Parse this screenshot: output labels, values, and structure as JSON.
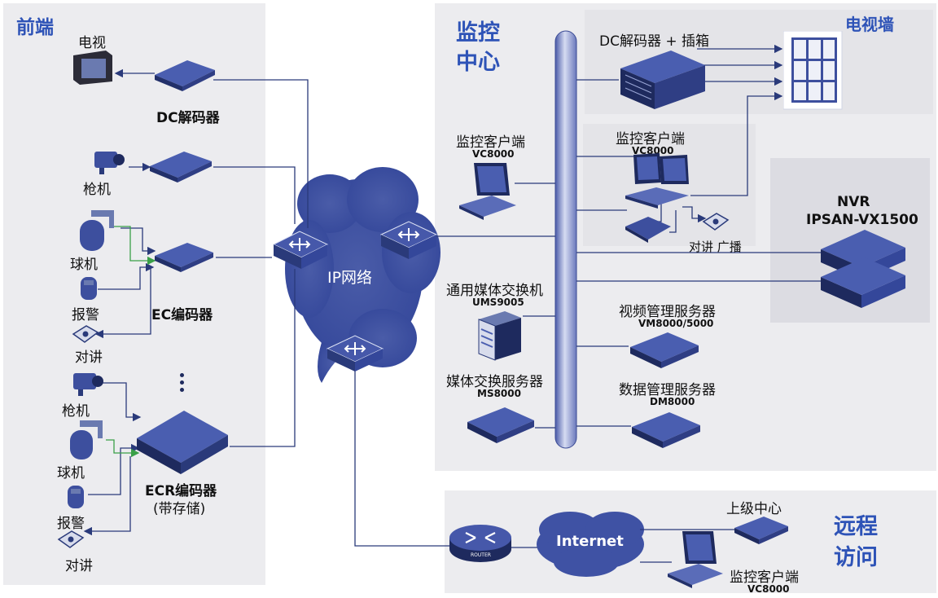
{
  "sections": {
    "front": "前端",
    "monitor_line1": "监控",
    "monitor_line2": "中心",
    "tvwall": "电视墙",
    "remote_line1": "远程",
    "remote_line2": "访问"
  },
  "front_labels": {
    "tv": "电视",
    "dc_decoder": "DC解码器",
    "gun_camera_1": "枪机",
    "dome_camera_1": "球机",
    "alarm_1": "报警",
    "intercom_1": "对讲",
    "ec_encoder": "EC编码器",
    "gun_camera_2": "枪机",
    "dome_camera_2": "球机",
    "alarm_2": "报警",
    "intercom_2": "对讲",
    "ecr_encoder": "ECR编码器",
    "ecr_note": "(带存储)"
  },
  "network": {
    "ip_network": "IP网络",
    "internet": "Internet"
  },
  "center_labels": {
    "dc_decoder_box": "DC解码器 + 插箱",
    "client_1": "监控客户端",
    "client_1_model": "VC8000",
    "client_2": "监控客户端",
    "client_2_model": "VC8000",
    "intercom_broadcast": "对讲 广播",
    "ums": "通用媒体交换机",
    "ums_model": "UMS9005",
    "ms": "媒体交换服务器",
    "ms_model": "MS8000",
    "vm": "视频管理服务器",
    "vm_model": "VM8000/5000",
    "dm": "数据管理服务器",
    "dm_model": "DM8000",
    "nvr": "NVR",
    "ipsan": "IPSAN-VX1500"
  },
  "remote_labels": {
    "upper_center": "上级中心",
    "client": "监控客户端",
    "client_model": "VC8000",
    "router": "ROUTER"
  },
  "colors": {
    "accent": "#2e53b7",
    "panel": "#ececef",
    "device": "#3d4f9e",
    "line": "#2a3a7a"
  }
}
